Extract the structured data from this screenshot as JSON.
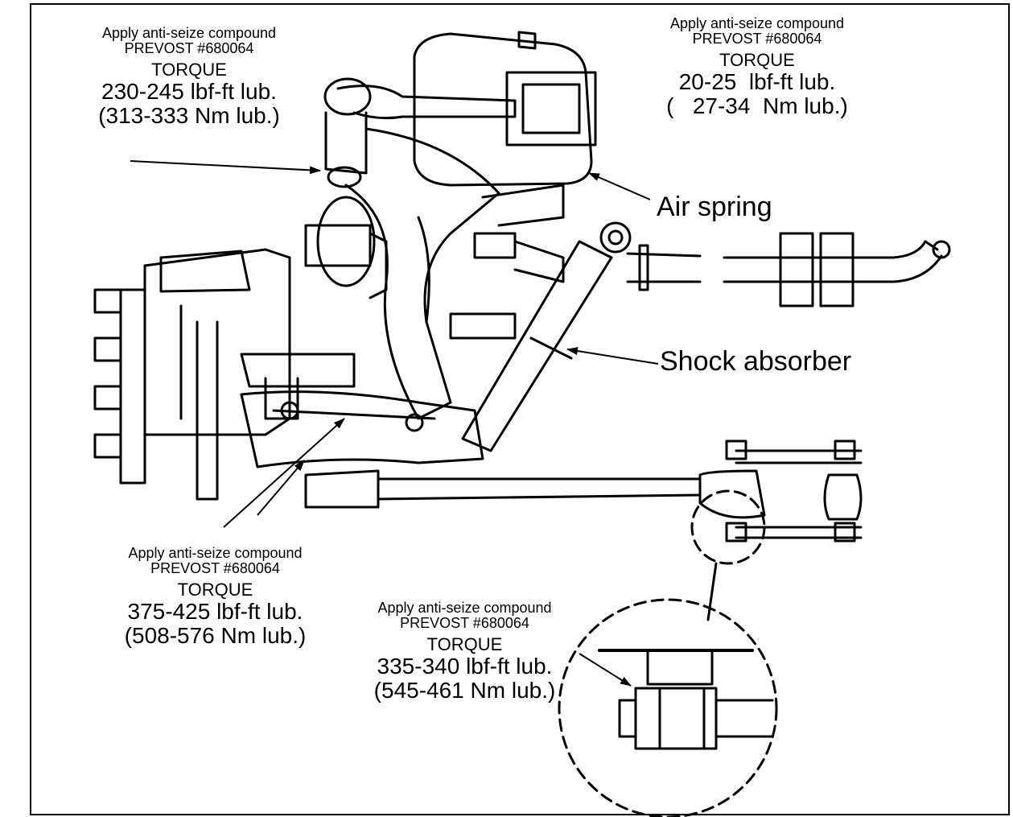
{
  "callouts": {
    "upper_left": {
      "line1": "Apply anti-seize compound",
      "line2": "PREVOST #680064",
      "torque": "TORQUE",
      "imperial": "230-245 lbf-ft lub.",
      "metric": "(313-333 Nm lub.)"
    },
    "upper_right": {
      "line1": "Apply anti-seize compound",
      "line2": "PREVOST #680064",
      "torque": "TORQUE",
      "imperial": "20-25  lbf-ft lub.",
      "metric": "(   27-34  Nm lub.)"
    },
    "lower_left": {
      "line1": "Apply anti-seize compound",
      "line2": "PREVOST #680064",
      "torque": "TORQUE",
      "imperial": "375-425 lbf-ft lub.",
      "metric": "(508-576 Nm lub.)"
    },
    "lower_mid": {
      "line1": "Apply anti-seize compound",
      "line2": "PREVOST #680064",
      "torque": "TORQUE",
      "imperial": "335-340 lbf-ft lub.",
      "metric": "(545-461 Nm lub.)"
    }
  },
  "labels": {
    "air_spring": "Air spring",
    "shock_absorber": "Shock absorber"
  },
  "colors": {
    "ink": "#000000",
    "paper": "#ffffff"
  }
}
